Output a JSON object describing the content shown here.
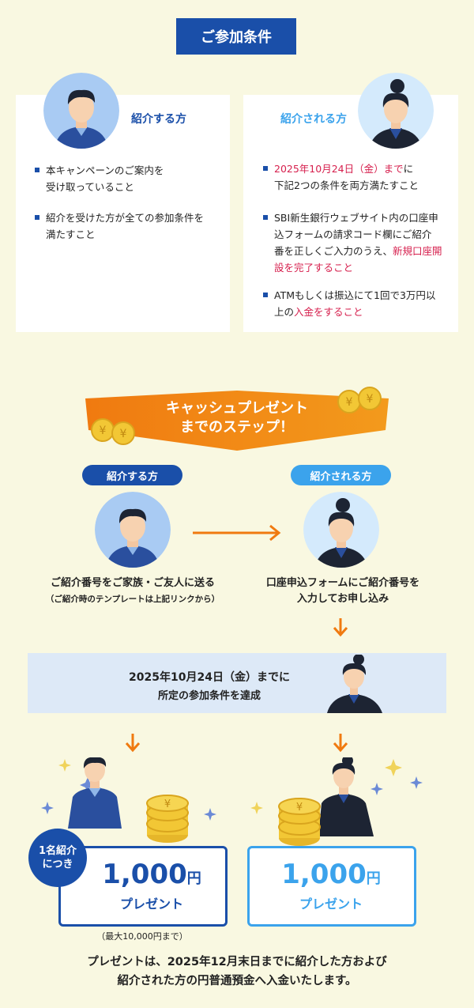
{
  "section_title": "ご参加条件",
  "referrer": {
    "title": "紹介する方",
    "items": [
      [
        "本キャンペーンのご案内を",
        "受け取っていること"
      ],
      [
        "紹介を受けた方が全ての参加条件を",
        "満たすこと"
      ]
    ]
  },
  "referee": {
    "title": "紹介される方",
    "item1_red": "2025年10月24日（金）まで",
    "item1_a": "に",
    "item1_b": "下記2つの条件を両方満たすこと",
    "item2_a": "SBI新生銀行ウェブサイト内の口座申",
    "item2_b": "込フォームの請求コード欄にご紹介",
    "item2_c": "番を正しくご入力のうえ、",
    "item2_red1": "新規口座開",
    "item2_red2": "設を完了すること",
    "item3_a": "ATMもしくは振込にて1回で3万円以",
    "item3_b": "上の",
    "item3_red": "入金をすること"
  },
  "banner": {
    "line1": "キャッシュプレゼント",
    "line2": "までのステップ！"
  },
  "steps": {
    "left_pill": "紹介する方",
    "right_pill": "紹介される方",
    "left_text": "ご紹介番号をご家族・ご友人に送る",
    "left_sub": "（ご紹介時のテンプレートは上記リンクから）",
    "right_text1": "口座申込フォームにご紹介番号を",
    "right_text2": "入力してお申し込み"
  },
  "condition": {
    "line1": "2025年10月24日（金）までに",
    "line2": "所定の参加条件を達成"
  },
  "prize_left": {
    "badge1": "1名紹介",
    "badge2": "につき",
    "amount": "1,000",
    "yen": "円",
    "label": "プレゼント",
    "note": "（最大10,000円まで）"
  },
  "prize_right": {
    "amount": "1,000",
    "yen": "円",
    "label": "プレゼント"
  },
  "footer": {
    "line1": "プレゼントは、2025年12月末日までに紹介した方および",
    "line2": "紹介された方の円普通預金へ入金いたします。"
  },
  "colors": {
    "navy": "#1a4fa9",
    "light_blue": "#3ba3ec",
    "orange": "#f07a10",
    "red": "#d61f4d",
    "background": "#f9f8e1"
  },
  "icons": [
    "man-avatar-icon",
    "woman-avatar-icon",
    "arrow-right-icon",
    "arrow-down-icon",
    "yen-coin-icon",
    "sparkle-icon"
  ]
}
